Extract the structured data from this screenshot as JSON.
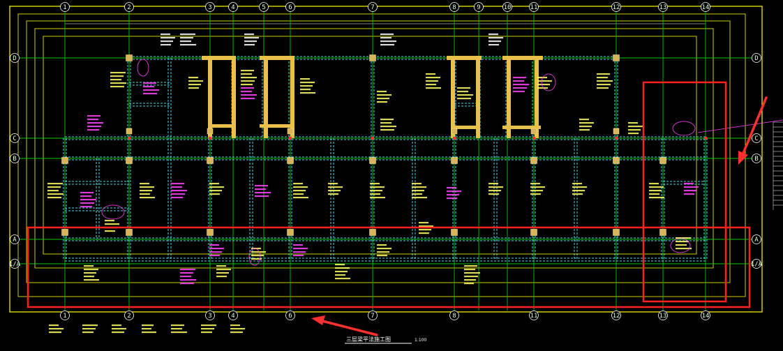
{
  "drawing": {
    "title": "三层梁平法施工图",
    "scale": "1:100",
    "background": "#000000"
  },
  "axes": {
    "top": [
      "1",
      "2",
      "3",
      "4",
      "5",
      "6",
      "7",
      "8",
      "9",
      "10",
      "11",
      "12",
      "13",
      "14"
    ],
    "bottom": [
      "1",
      "2",
      "3",
      "4",
      "6",
      "7",
      "8",
      "11",
      "12",
      "13",
      "14"
    ],
    "left": [
      "D",
      "C",
      "B",
      "A",
      "1/A"
    ],
    "right": [
      "D",
      "C",
      "B",
      "A",
      "1/A"
    ]
  },
  "colors": {
    "grid": "#00c800",
    "frame": "#ffff00",
    "beam": "#4fd6e6",
    "column": "#d9b45a",
    "wall": "#e8c04a",
    "note_yellow": "#ffff66",
    "note_magenta": "#ff44ff",
    "highlight": "#ff2020",
    "arrow": "#ff3030"
  },
  "annotations": {
    "highlight_boxes": 2,
    "arrows": 2
  }
}
